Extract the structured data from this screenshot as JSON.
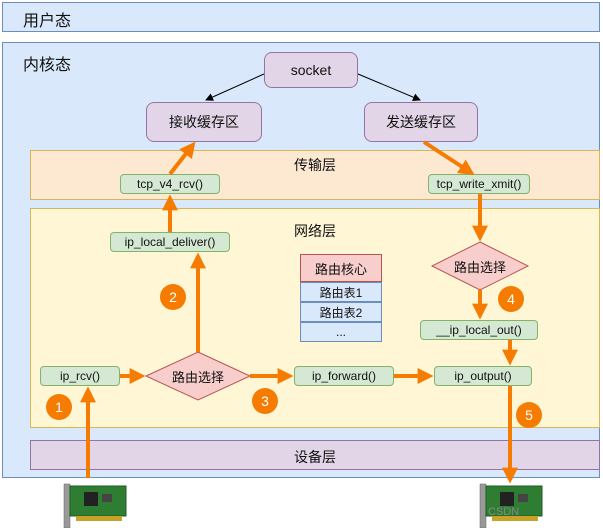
{
  "zones": {
    "user": "用户态",
    "kernel": "内核态"
  },
  "layers": {
    "transport": "传输层",
    "network": "网络层",
    "device": "设备层"
  },
  "top": {
    "socket": "socket",
    "recv_buffer": "接收缓存区",
    "send_buffer": "发送缓存区"
  },
  "functions": {
    "tcp_v4_rcv": "tcp_v4_rcv()",
    "ip_local_deliver": "ip_local_deliver()",
    "ip_rcv": "ip_rcv()",
    "ip_forward": "ip_forward()",
    "tcp_write_xmit": "tcp_write_xmit()",
    "ip_local_out": "__ip_local_out()",
    "ip_output": "ip_output()"
  },
  "routing": {
    "left": "路由选择",
    "right": "路由选择"
  },
  "route_table": {
    "header": "路由核心",
    "rows": [
      "路由表1",
      "路由表2",
      "..."
    ]
  },
  "steps": [
    "1",
    "2",
    "3",
    "4",
    "5"
  ],
  "watermark": "CSDN",
  "colors": {
    "arrow": "#f57c00",
    "green": "#d5e8d4",
    "purple": "#e1d5e7",
    "blue": "#dae8fc",
    "red": "#f8cecc"
  }
}
